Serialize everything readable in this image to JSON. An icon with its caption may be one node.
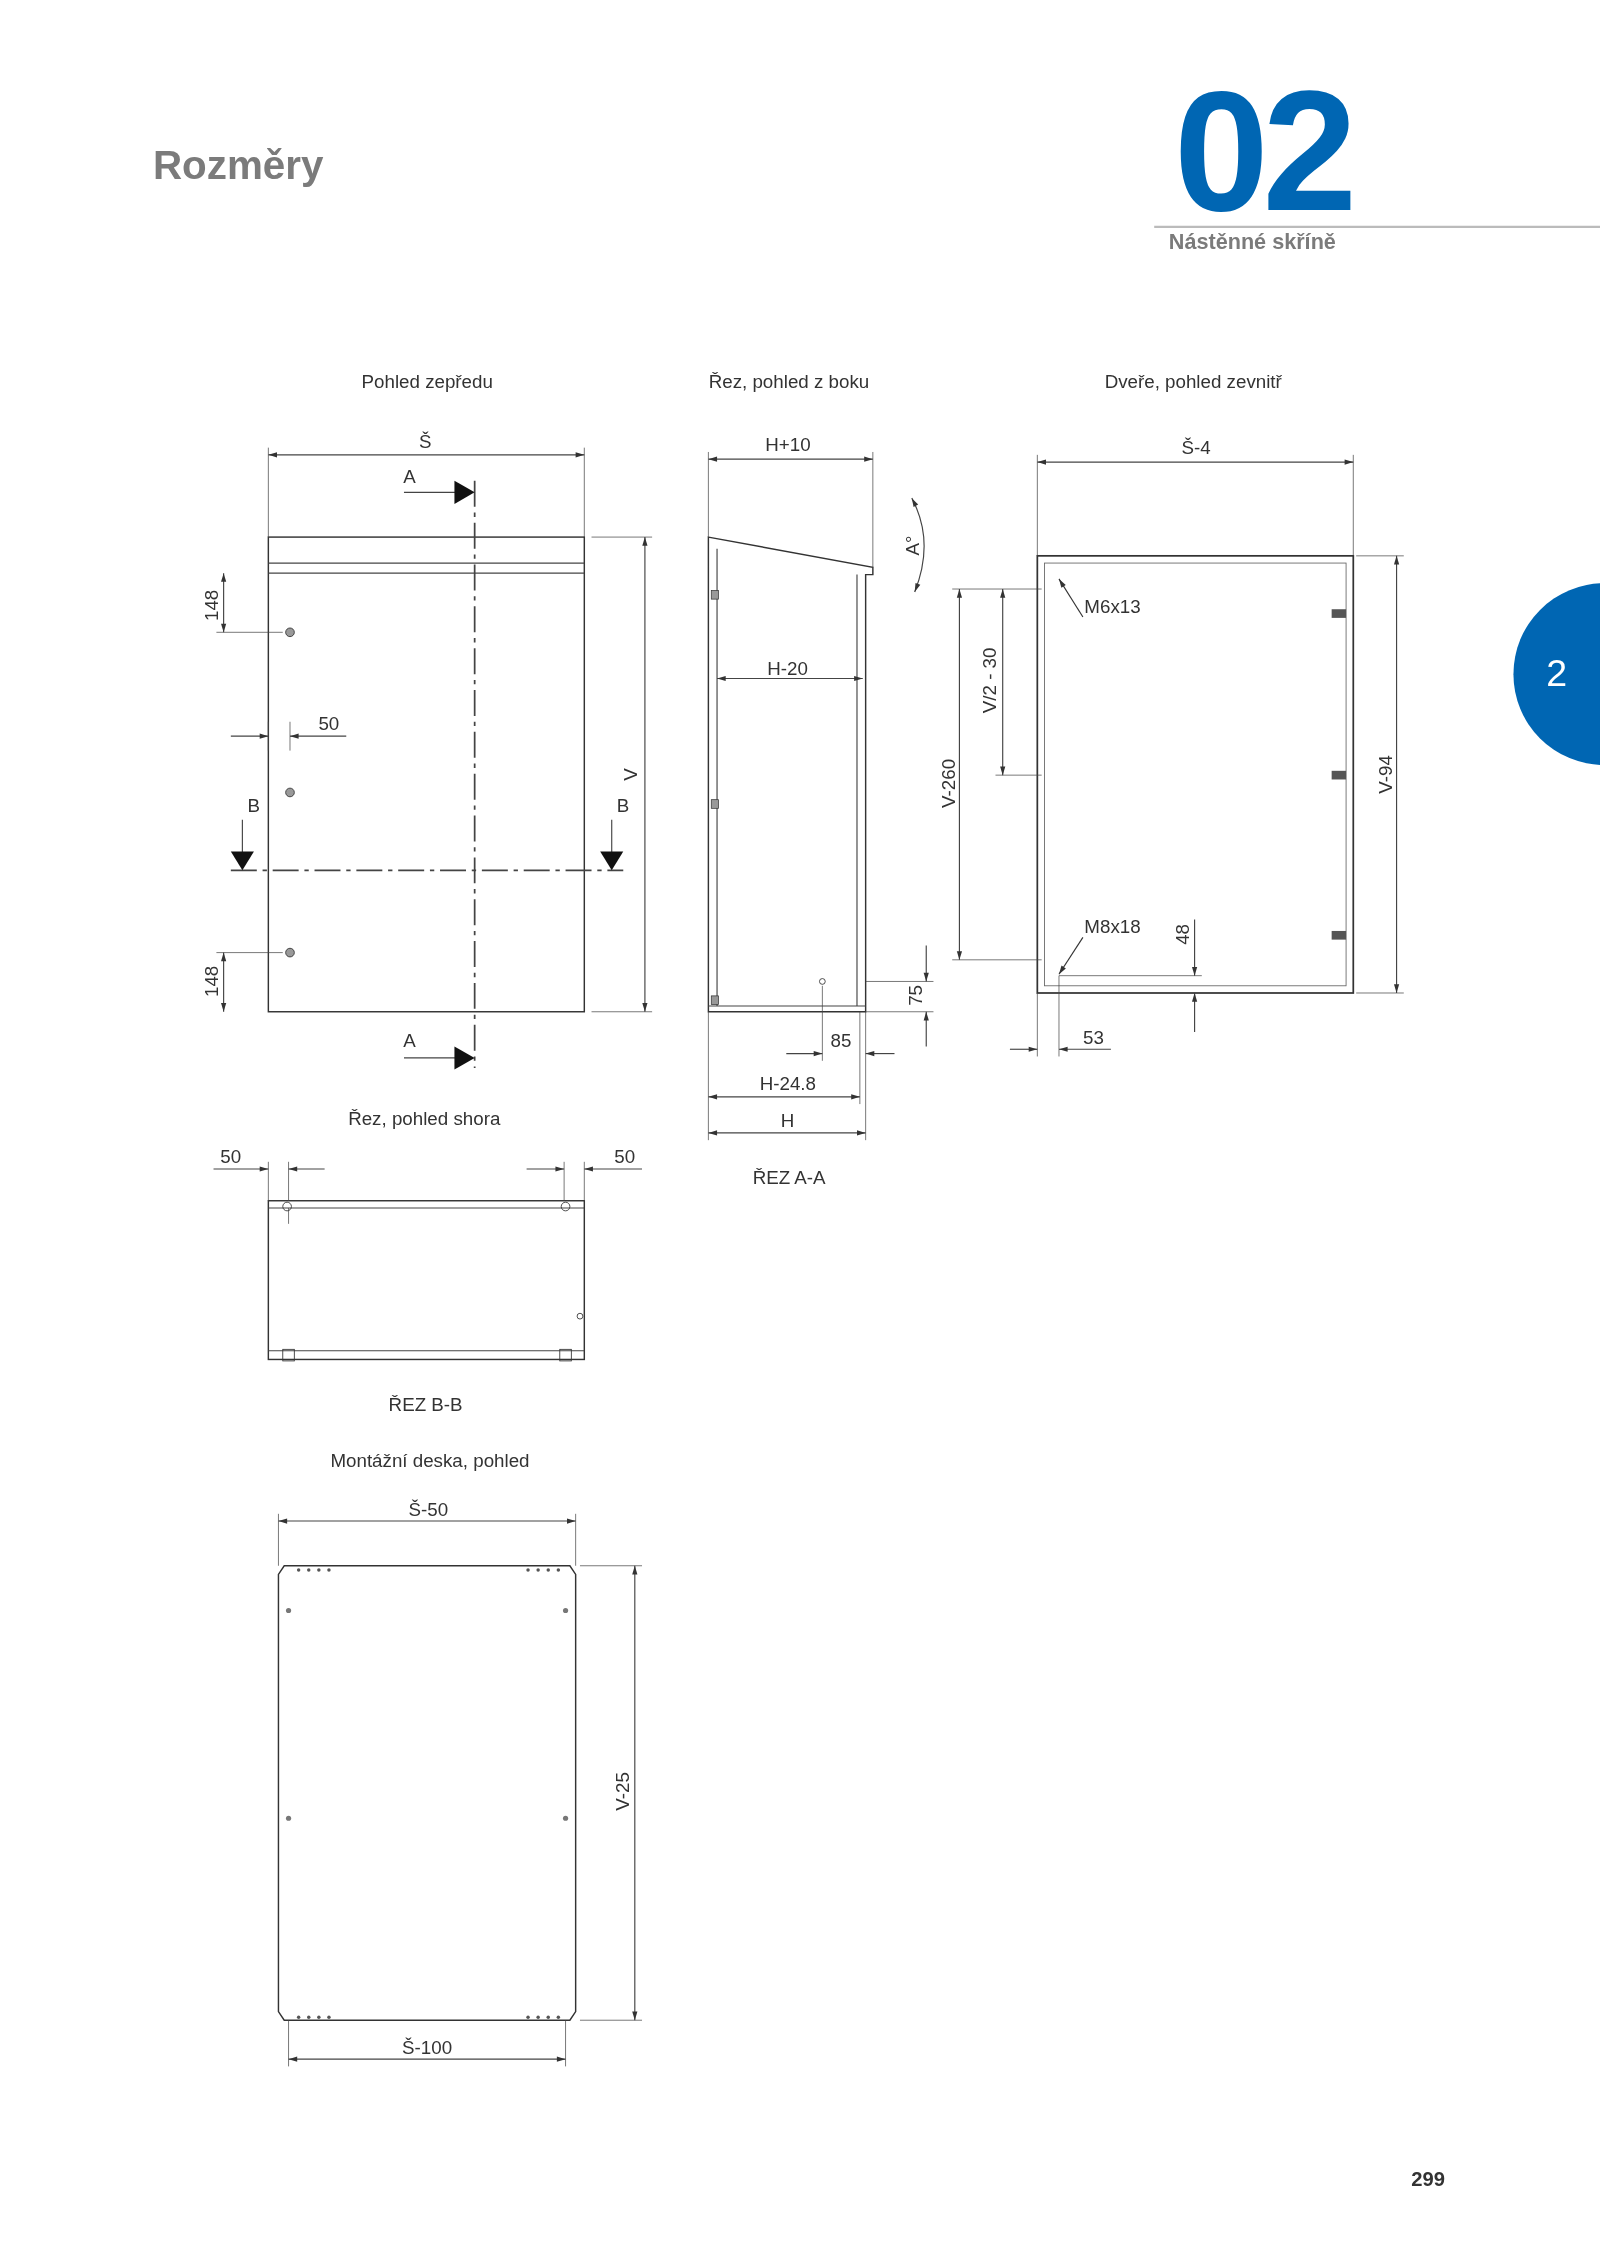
{
  "diagram": {
    "title": "Rozměry",
    "nodes": [
      {
        "text": [
          "M6x13"
        ]
      },
      {
        "text": [
          "M8x18"
        ]
      }
    ],
    "edges": [
      {
        "from": 0,
        "to": null,
        "arrow": "to"
      },
      {
        "from": 1,
        "to": null,
        "arrow": "to"
      }
    ],
    "labels": [
      "02",
      "Nástěnné skříně",
      "Pohled zepředu",
      "Řez, pohled z boku",
      "Dveře, pohled zevnitř",
      "Š",
      "H+10",
      "Š-4",
      "A",
      "A°",
      "148",
      "H-20",
      "V/2 - 30",
      "2",
      "50",
      "V",
      "V-260",
      "V-94",
      "B",
      "B",
      "148",
      "48",
      "A",
      "85",
      "75",
      "53",
      "H-24.8",
      "Řez, pohled shora",
      "H",
      "50",
      "50",
      "ŘEZ A-A",
      "ŘEZ B-B",
      "Montážní deska, pohled",
      "Š-50",
      "V-25",
      "Š-100",
      "299"
    ]
  }
}
